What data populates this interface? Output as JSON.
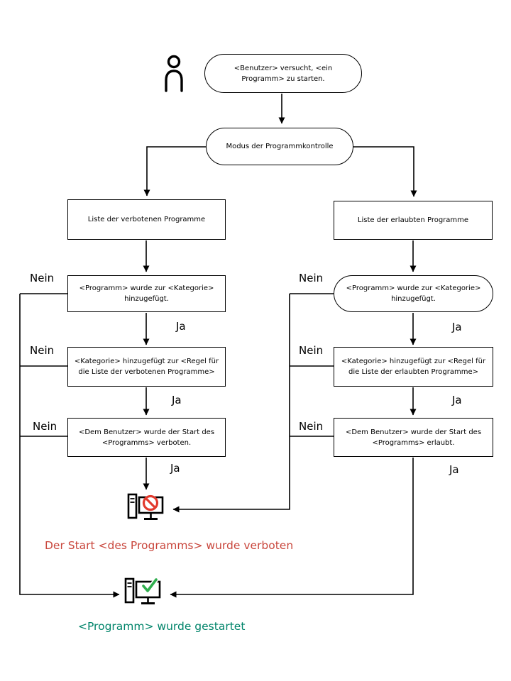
{
  "flow": {
    "start": "<Benutzer> versucht, <ein\nProgramm>  zu starten.",
    "mode": "Modus der Programmkontrolle",
    "labels": {
      "yes": "Ja",
      "no": "Nein"
    },
    "left": {
      "list": "Liste der verbotenen Programme",
      "category": "<Programm>  wurde zur <Kategorie>\nhinzugefügt.",
      "rule": "<Kategorie> hinzugefügt zur <Regel  für\ndie Liste der verbotenen Programme>",
      "user": "<Dem  Benutzer>  wurde der Start des\n<Programms>  verboten.",
      "result": "Der Start <des Programms>  wurde verboten"
    },
    "right": {
      "list": "Liste der erlaubten Programme",
      "category": "<Programm>  wurde zur <Kategorie>\nhinzugefügt.",
      "rule": "<Kategorie> hinzugefügt zur <Regel  für\ndie Liste der erlaubten Programme>",
      "user": "<Dem  Benutzer> wurde der Start des\n<Programms>  erlaubt.",
      "result": "<Programm>  wurde gestartet"
    }
  },
  "colors": {
    "denied_text": "#c9473d",
    "allowed_text": "#00846a",
    "blocked_sign": "#e23b2e",
    "check_sign": "#2fae4e",
    "line": "#000000"
  },
  "icons": {
    "user": "user-icon",
    "blocked": "computer-blocked-icon",
    "started": "computer-started-icon"
  }
}
